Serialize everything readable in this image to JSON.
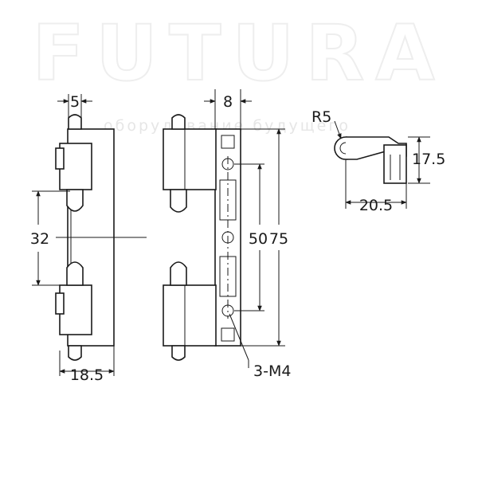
{
  "watermark": {
    "brand": "FUTURA",
    "tagline": "оборудование будущего"
  },
  "dimensions": {
    "pin_diameter": "5",
    "leaf_thickness": "8",
    "pin_spacing": "32",
    "overall_width": "18.5",
    "hole_spacing": "50",
    "overall_length": "75",
    "screw_spec": "3-M4",
    "knuckle_radius": "R5",
    "profile_height": "17.5",
    "profile_width": "20.5"
  }
}
